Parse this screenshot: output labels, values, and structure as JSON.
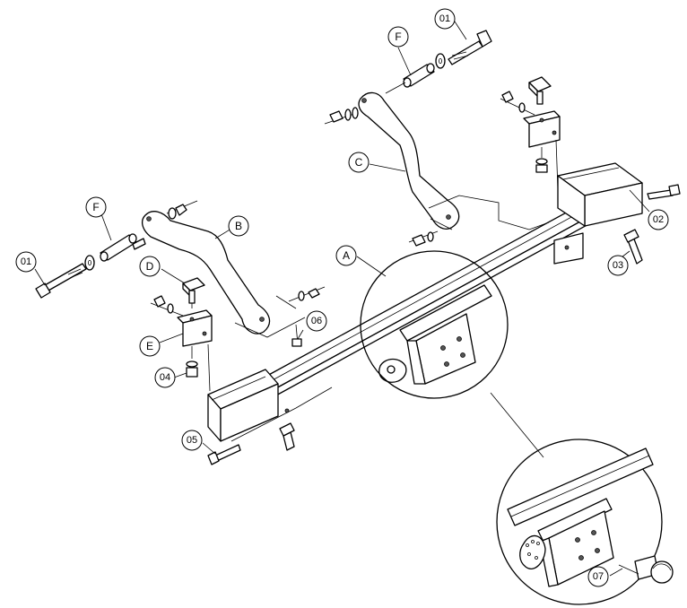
{
  "labels": {
    "A": "A",
    "B": "B",
    "C": "C",
    "D": "D",
    "E": "E",
    "F1": "F",
    "F2": "F",
    "p01a": "01",
    "p01b": "01",
    "p02": "02",
    "p03": "03",
    "p04": "04",
    "p05": "05",
    "p06": "06",
    "p07": "07"
  }
}
